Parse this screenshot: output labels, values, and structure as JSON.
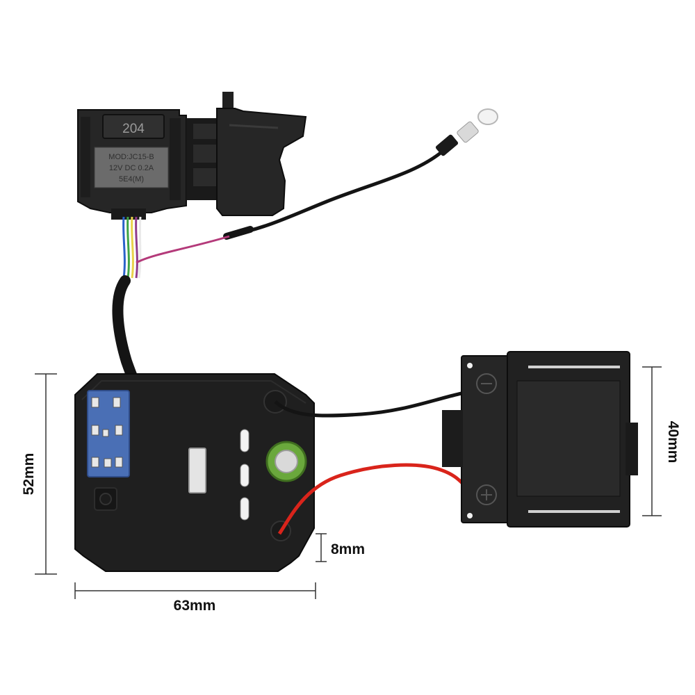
{
  "photo": {
    "switch_label": "204",
    "switch_model_lines": [
      "MOD:JC15-B",
      "12V DC 0.2A",
      "5E4(M)"
    ]
  },
  "dimensions": {
    "height_board": "52mm",
    "width_board": "63mm",
    "height_adapter": "40mm",
    "gap": "8mm"
  },
  "colors": {
    "housing": "#232323",
    "pcb_blue": "#4a6fb5",
    "wire_red": "#d9241b",
    "wire_black": "#141414",
    "capacitor_green": "#6aa83c"
  }
}
